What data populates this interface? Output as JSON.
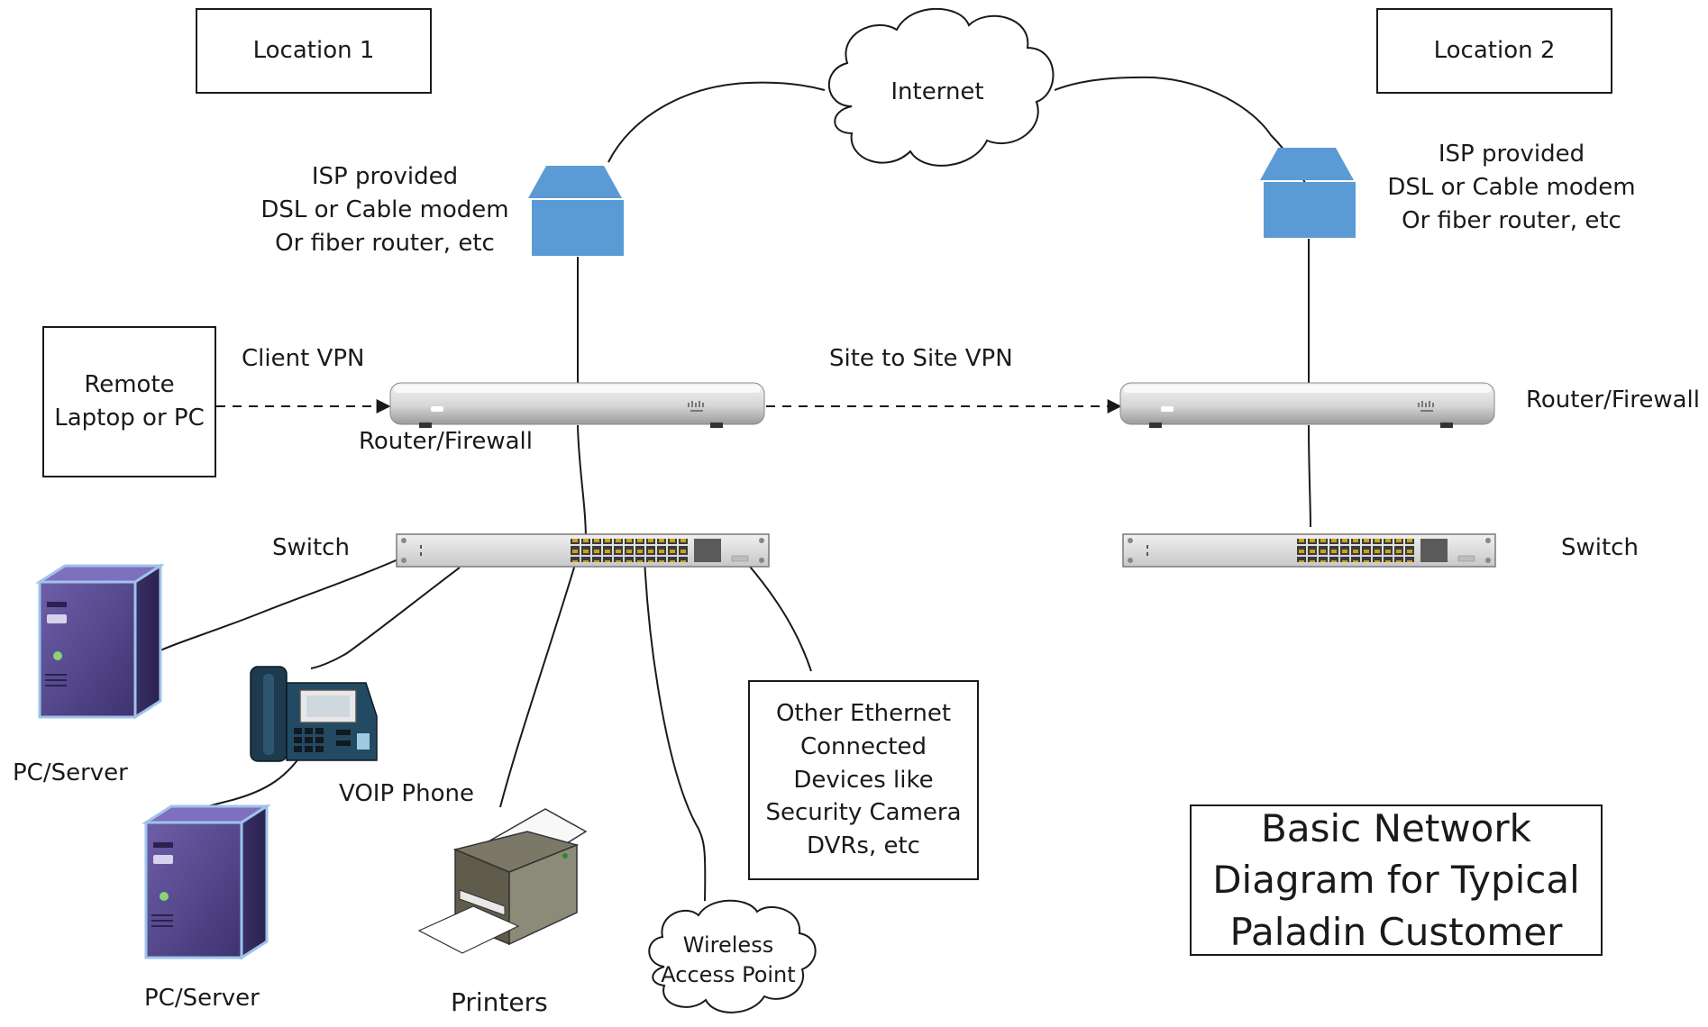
{
  "locations": {
    "loc1": "Location 1",
    "loc2": "Location 2"
  },
  "cloud_internet": "Internet",
  "modem_label_left": [
    "ISP provided",
    "DSL or Cable modem",
    "Or fiber router, etc"
  ],
  "modem_label_right": [
    "ISP provided",
    "DSL or Cable modem",
    "Or fiber router, etc"
  ],
  "remote_box": [
    "Remote",
    "Laptop or PC"
  ],
  "client_vpn": "Client VPN",
  "site_to_site_vpn": "Site to Site VPN",
  "router_left": "Router/Firewall",
  "router_right": "Router/Firewall",
  "switch_left": "Switch",
  "switch_right": "Switch",
  "pc_server_1": "PC/Server",
  "pc_server_2": "PC/Server",
  "voip_phone": "VOIP Phone",
  "printers": "Printers",
  "wireless_ap": [
    "Wireless",
    "Access Point"
  ],
  "other_devices": [
    "Other Ethernet",
    "Connected",
    "Devices like",
    "Security Camera",
    "DVRs, etc"
  ],
  "title": [
    "Basic Network",
    "Diagram for Typical",
    "Paladin Customer"
  ],
  "colors": {
    "modem": "#5b9bd5",
    "server": "#5a4a8a",
    "router": "#d8d8d8",
    "line": "#1a1a1a"
  },
  "icons": [
    "cloud-icon",
    "modem-icon",
    "router-icon",
    "switch-icon",
    "server-icon",
    "phone-icon",
    "printer-icon"
  ]
}
